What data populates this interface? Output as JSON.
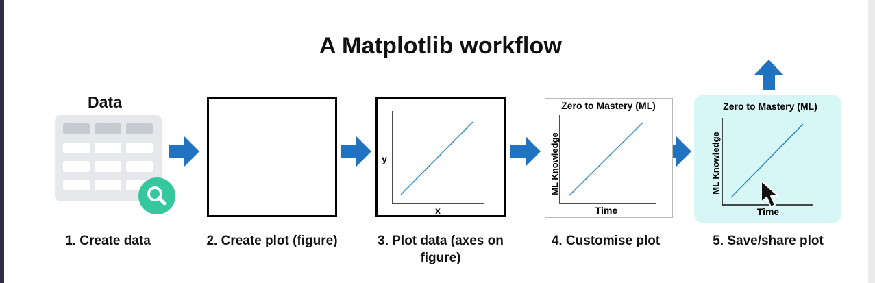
{
  "title": "A Matplotlib workflow",
  "data_label": "Data",
  "steps": [
    {
      "label": "1. Create data"
    },
    {
      "label": "2. Create plot (figure)"
    },
    {
      "label": "3. Plot data (axes on figure)"
    },
    {
      "label": "4. Customise plot"
    },
    {
      "label": "5. Save/share plot"
    }
  ],
  "plot3": {
    "ylabel": "y",
    "xlabel": "x"
  },
  "plot4": {
    "title": "Zero to Mastery (ML)",
    "ylabel": "ML Knowledge",
    "xlabel": "Time"
  },
  "plot5": {
    "title": "Zero to Mastery (ML)",
    "ylabel": "ML Knowledge",
    "xlabel": "Time"
  },
  "icons": {
    "table": "spreadsheet-table-icon",
    "search": "magnifier-icon",
    "arrow": "right-arrow-icon",
    "upload": "up-arrow-icon",
    "cursor": "mouse-pointer-icon"
  },
  "colors": {
    "arrow": "#1f73c1",
    "plot_line": "#2a84c8",
    "table_header": "#c6cad1",
    "table_body": "#e7e8eb",
    "search_badge": "#35c89e",
    "save_panel": "#d6f7f6"
  }
}
